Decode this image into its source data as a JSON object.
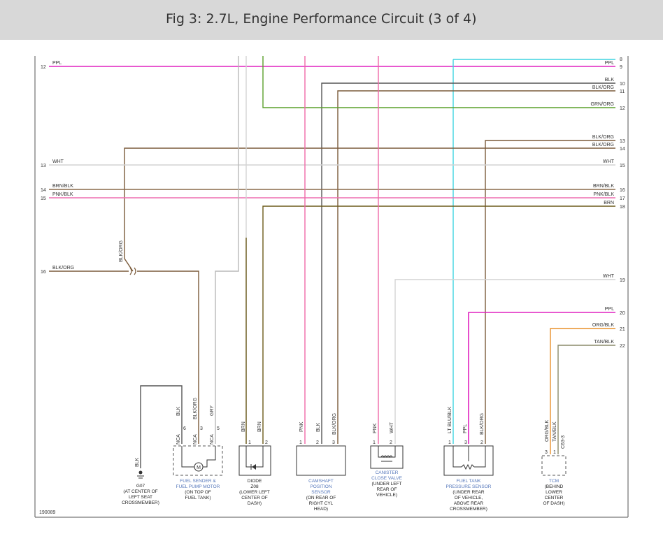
{
  "title": "Fig 3: 2.7L, Engine Performance Circuit (3 of 4)",
  "diagram_id": "190089",
  "colors": {
    "PPL": "#e022c0",
    "BLK": "#555555",
    "BLK/ORG": "#7a5a3a",
    "GRN/ORG": "#5aa02c",
    "WHT": "#d4d4d4",
    "BRN/BLK": "#8a6a4a",
    "PNK/BLK": "#ee6fb0",
    "BRN": "#6b5a1a",
    "GRY": "#b8b8b8",
    "PNK": "#f06aa8",
    "LT BLU/BLK": "#3ed4e0",
    "ORG/BLK": "#e8902a",
    "TAN/BLK": "#8a8a6a"
  },
  "left_wires": [
    {
      "num": "12",
      "color": "PPL"
    },
    {
      "num": "13",
      "color": "WHT"
    },
    {
      "num": "14",
      "color": "BRN/BLK"
    },
    {
      "num": "15",
      "color": "PNK/BLK"
    },
    {
      "num": "16",
      "color": "BLK/ORG"
    }
  ],
  "right_wires": [
    {
      "num": "8",
      "color": ""
    },
    {
      "num": "9",
      "color": "PPL"
    },
    {
      "num": "10",
      "color": "BLK"
    },
    {
      "num": "11",
      "color": "BLK/ORG"
    },
    {
      "num": "12",
      "color": "GRN/ORG"
    },
    {
      "num": "13",
      "color": "BLK/ORG"
    },
    {
      "num": "14",
      "color": "BLK/ORG"
    },
    {
      "num": "15",
      "color": "WHT"
    },
    {
      "num": "16",
      "color": "BRN/BLK"
    },
    {
      "num": "17",
      "color": "PNK/BLK"
    },
    {
      "num": "18",
      "color": "BRN"
    },
    {
      "num": "19",
      "color": "WHT"
    },
    {
      "num": "20",
      "color": "PPL"
    },
    {
      "num": "21",
      "color": "ORG/BLK"
    },
    {
      "num": "22",
      "color": "TAN/BLK"
    }
  ],
  "vertical_labels": {
    "blk_org_diag": "BLK/ORG",
    "g07_blk": "BLK",
    "fs_blk": "BLK",
    "fs_blk_org": "BLK/ORG",
    "fs_gry": "GRY",
    "d_brn1": "BRN",
    "d_brn2": "BRN",
    "cam_pnk": "PNK",
    "cam_blk": "BLK",
    "cam_blk_org": "BLK/ORG",
    "can_pnk": "PNK",
    "can_wht": "WHT",
    "ft_ltblu": "LT BLU/BLK",
    "ft_ppl": "PPL",
    "ft_blk_org": "BLK/ORG",
    "tcm_org": "ORG/BLK",
    "tcm_tan": "TAN/BLK",
    "tcm_c": "C63-3"
  },
  "pins": {
    "fs": [
      "6",
      "NCA",
      "3",
      "NCA",
      "5",
      "NCA"
    ],
    "d": [
      "1",
      "2"
    ],
    "cam": [
      "1",
      "2",
      "3"
    ],
    "can": [
      "1",
      "2"
    ],
    "ft": [
      "1",
      "3",
      "2"
    ],
    "tcm": [
      "3",
      "1"
    ]
  },
  "components": {
    "g07": {
      "name": "G07",
      "desc": [
        "(AT CENTER OF",
        "LEFT SEAT",
        "CROSSMEMBER)"
      ]
    },
    "fuel_sender": {
      "name": [
        "FUEL SENDER &",
        "FUEL PUMP MOTOR"
      ],
      "desc": [
        "(ON TOP OF",
        "FUEL TANK)"
      ]
    },
    "diode": {
      "name": [
        "DIODE",
        "Z08"
      ],
      "desc": [
        "(LOWER LEFT",
        "CENTER OF",
        "DASH)"
      ]
    },
    "camshaft": {
      "name": [
        "CAMSHAFT",
        "POSITION",
        "SENSOR"
      ],
      "desc": [
        "(ON REAR OF",
        "RIGHT CYL",
        "HEAD)"
      ]
    },
    "canister": {
      "name": [
        "CANISTER",
        "CLOSE VALVE"
      ],
      "desc": [
        "(UNDER LEFT",
        "REAR OF",
        "VEHICLE)"
      ]
    },
    "fuel_tank_pressure": {
      "name": [
        "FUEL TANK",
        "PRESSURE SENSOR"
      ],
      "desc": [
        "(UNDER REAR",
        "OF VEHICLE,",
        "ABOVE REAR",
        "CROSSMEMBER)"
      ]
    },
    "tcm": {
      "name": "TCM",
      "desc": [
        "(BEHIND",
        "LOWER",
        "CENTER",
        "OF DASH)"
      ]
    }
  }
}
